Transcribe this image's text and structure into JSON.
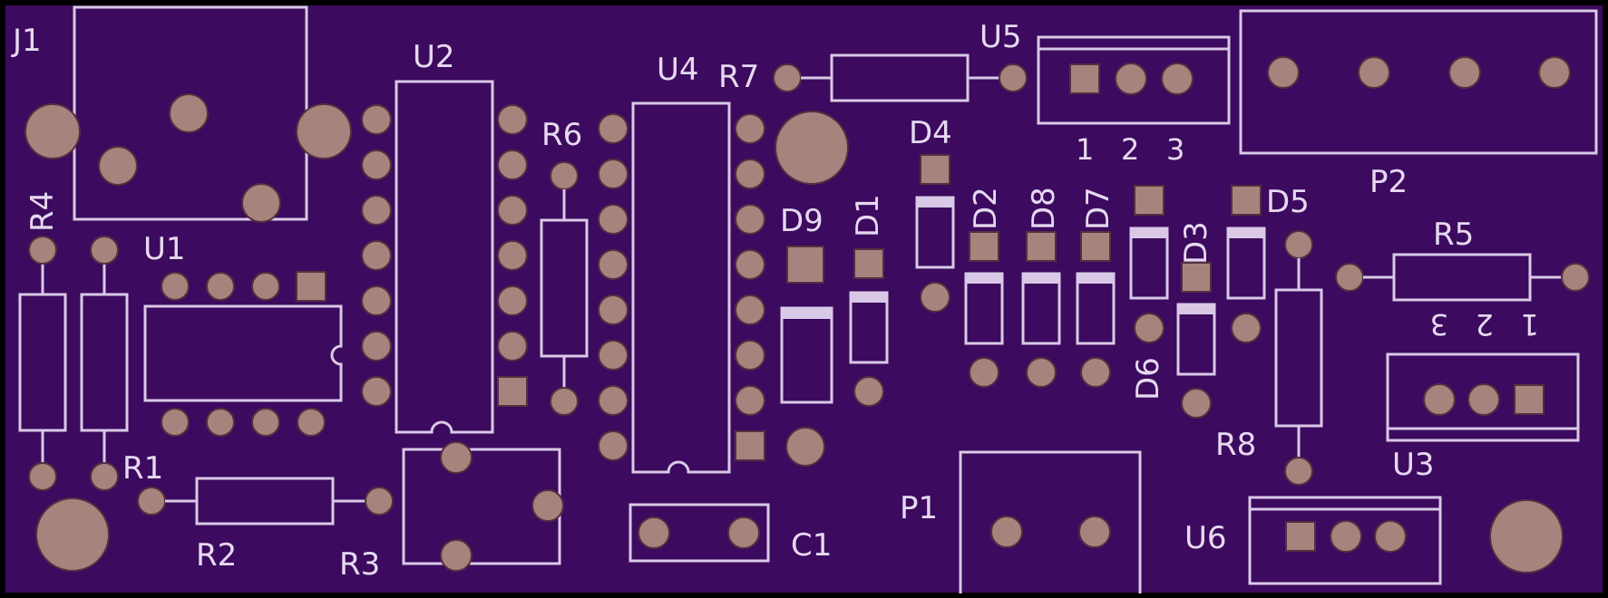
{
  "board": {
    "background": "#3c0a5e",
    "silkscreen": "#d9c9e6",
    "pad_color": "#a6847d"
  },
  "labels": {
    "J1": "J1",
    "U1": "U1",
    "U2": "U2",
    "U3": "U3",
    "U4": "U4",
    "U5": "U5",
    "U6": "U6",
    "R1": "R1",
    "R2": "R2",
    "R3": "R3",
    "R4": "R4",
    "R5": "R5",
    "R6": "R6",
    "R7": "R7",
    "R8": "R8",
    "D1": "D1",
    "D2": "D2",
    "D3": "D3",
    "D4": "D4",
    "D5": "D5",
    "D6": "D6",
    "D7": "D7",
    "D8": "D8",
    "D9": "D9",
    "C1": "C1",
    "P1": "P1",
    "P2": "P2"
  },
  "pin_numbers": {
    "U5": [
      "1",
      "2",
      "3"
    ],
    "U3": [
      "3",
      "2",
      "1"
    ]
  }
}
